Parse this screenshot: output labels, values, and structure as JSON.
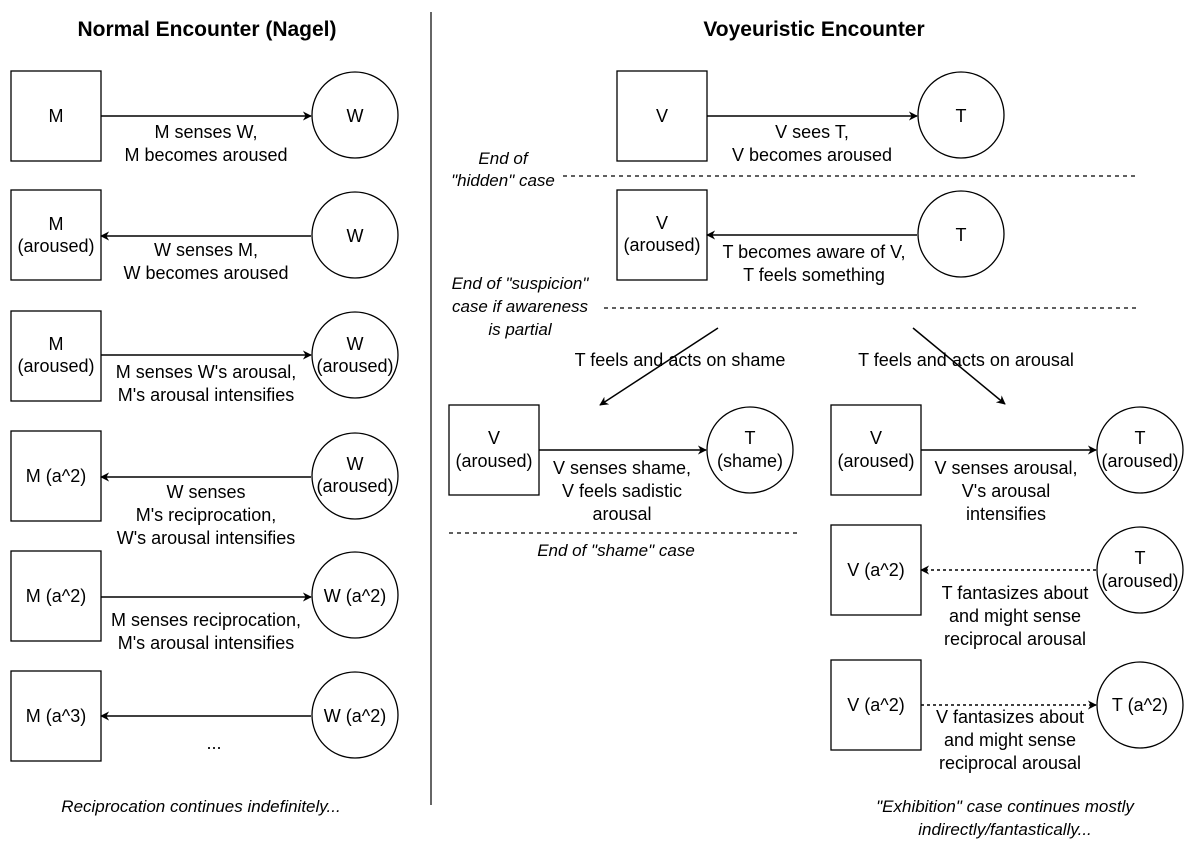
{
  "titles": {
    "left": "Normal Encounter (Nagel)",
    "right": "Voyeuristic Encounter"
  },
  "left_column": {
    "rows": [
      {
        "m": "M",
        "w": "W",
        "edge": [
          "M senses W,",
          "M becomes aroused"
        ]
      },
      {
        "m": [
          "M",
          "(aroused)"
        ],
        "w": "W",
        "edge": [
          "W senses M,",
          "W becomes aroused"
        ]
      },
      {
        "m": [
          "M",
          "(aroused)"
        ],
        "w": [
          "W",
          "(aroused)"
        ],
        "edge": [
          "M senses W's arousal,",
          "M's arousal intensifies"
        ]
      },
      {
        "m": "M (a^2)",
        "w": [
          "W",
          "(aroused)"
        ],
        "edge": [
          "W senses",
          "M's reciprocation,",
          "W's arousal intensifies"
        ]
      },
      {
        "m": "M (a^2)",
        "w": "W (a^2)",
        "edge": [
          "M senses reciprocation,",
          "M's arousal intensifies"
        ]
      },
      {
        "m": "M (a^3)",
        "w": "W (a^2)",
        "edge": [
          "..."
        ]
      }
    ],
    "footer": "Reciprocation continues indefinitely..."
  },
  "right_column": {
    "row1": {
      "v": "V",
      "t": "T",
      "edge": [
        "V sees T,",
        "V becomes aroused"
      ]
    },
    "hidden_note": [
      "End of",
      "\"hidden\" case"
    ],
    "row2": {
      "v": [
        "V",
        "(aroused)"
      ],
      "t": "T",
      "edge": [
        "T becomes aware of V,",
        "T feels something"
      ]
    },
    "suspicion_note": [
      "End of \"suspicion\"",
      "case if awareness",
      "is partial"
    ],
    "branch_shame": "T feels and acts on shame",
    "branch_arousal": "T feels and acts on arousal",
    "shame_row": {
      "v": [
        "V",
        "(aroused)"
      ],
      "t": [
        "T",
        "(shame)"
      ],
      "edge": [
        "V senses shame,",
        "V feels sadistic",
        "arousal"
      ]
    },
    "shame_note": "End of \"shame\" case",
    "arousal_row": {
      "v": [
        "V",
        "(aroused)"
      ],
      "t": [
        "T",
        "(aroused)"
      ],
      "edge": [
        "V senses arousal,",
        "V's arousal",
        "intensifies"
      ]
    },
    "fantasy_row1": {
      "v": "V (a^2)",
      "t": [
        "T",
        "(aroused)"
      ],
      "edge": [
        "T fantasizes about",
        "and might sense",
        "reciprocal arousal"
      ]
    },
    "fantasy_row2": {
      "v": "V (a^2)",
      "t": "T (a^2)",
      "edge": [
        "V fantasizes about",
        "and might sense",
        "reciprocal arousal"
      ]
    },
    "footer": [
      "\"Exhibition\" case continues mostly",
      "indirectly/fantastically..."
    ]
  }
}
